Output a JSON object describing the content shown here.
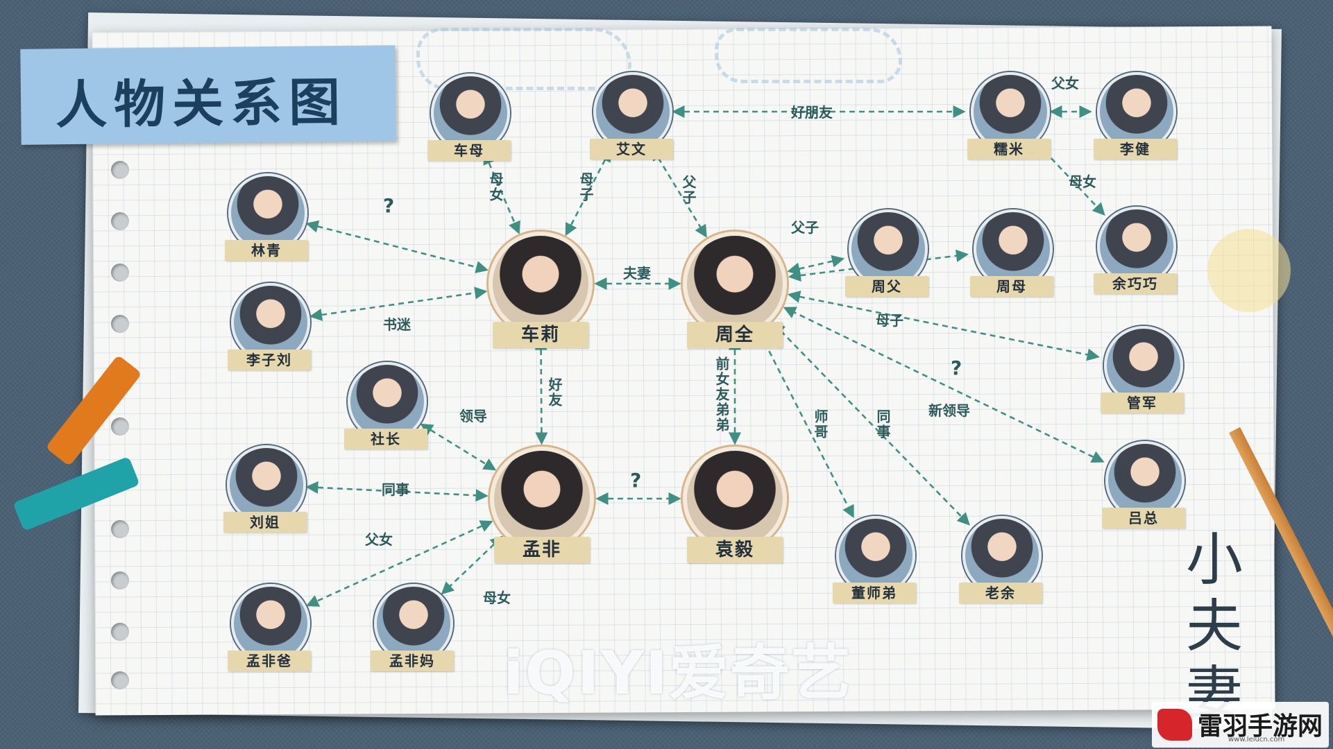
{
  "title": "人物关系图",
  "people": [
    {
      "id": "chemu",
      "name": "车母"
    },
    {
      "id": "aiwen",
      "name": "艾文"
    },
    {
      "id": "nuomi",
      "name": "糯米"
    },
    {
      "id": "lijian",
      "name": "李健"
    },
    {
      "id": "linqing",
      "name": "林青"
    },
    {
      "id": "cheli",
      "name": "车莉"
    },
    {
      "id": "zhouquan",
      "name": "周全"
    },
    {
      "id": "zhoufu",
      "name": "周父"
    },
    {
      "id": "zhoumu",
      "name": "周母"
    },
    {
      "id": "yuqiaoqiao",
      "name": "余巧巧"
    },
    {
      "id": "liziliu",
      "name": "李子刘"
    },
    {
      "id": "guanjun",
      "name": "管军"
    },
    {
      "id": "shezhang",
      "name": "社长"
    },
    {
      "id": "liujie",
      "name": "刘姐"
    },
    {
      "id": "mengfei",
      "name": "孟非"
    },
    {
      "id": "yuanyi",
      "name": "袁毅"
    },
    {
      "id": "lvzong",
      "name": "吕总"
    },
    {
      "id": "dongshidi",
      "name": "董师弟"
    },
    {
      "id": "laoyu",
      "name": "老余"
    },
    {
      "id": "mengfeiba",
      "name": "孟非爸"
    },
    {
      "id": "mengfeima",
      "name": "孟非妈"
    }
  ],
  "relations": [
    {
      "from": "aiwen",
      "to": "nuomi",
      "label": "好朋友"
    },
    {
      "from": "nuomi",
      "to": "lijian",
      "label": "父女"
    },
    {
      "from": "nuomi",
      "to": "yuqiaoqiao",
      "label": "母女"
    },
    {
      "from": "chemu",
      "to": "cheli",
      "label": "母女"
    },
    {
      "from": "aiwen",
      "to": "cheli",
      "label": "母子"
    },
    {
      "from": "aiwen",
      "to": "zhouquan",
      "label": "父子"
    },
    {
      "from": "linqing",
      "to": "cheli",
      "label": "?"
    },
    {
      "from": "cheli",
      "to": "zhouquan",
      "label": "夫妻"
    },
    {
      "from": "zhouquan",
      "to": "zhoufu",
      "label": "父子"
    },
    {
      "from": "zhouquan",
      "to": "zhoumu",
      "label": "母子"
    },
    {
      "from": "liziliu",
      "to": "cheli",
      "label": "书迷"
    },
    {
      "from": "zhouquan",
      "to": "guanjun",
      "label": "?"
    },
    {
      "from": "cheli",
      "to": "mengfei",
      "label": "好友"
    },
    {
      "from": "yuanyi",
      "to": "zhouquan",
      "label": "前女友弟弟"
    },
    {
      "from": "zhouquan",
      "to": "dongshidi",
      "label": "师哥"
    },
    {
      "from": "zhouquan",
      "to": "laoyu",
      "label": "同事"
    },
    {
      "from": "lvzong",
      "to": "zhouquan",
      "label": "新领导"
    },
    {
      "from": "shezhang",
      "to": "mengfei",
      "label": "领导"
    },
    {
      "from": "liujie",
      "to": "mengfei",
      "label": "同事"
    },
    {
      "from": "mengfei",
      "to": "yuanyi",
      "label": "?"
    },
    {
      "from": "mengfei",
      "to": "mengfeiba",
      "label": "父女"
    },
    {
      "from": "mengfei",
      "to": "mengfeima",
      "label": "母女"
    }
  ],
  "logo_text": "iQIYI爱奇艺",
  "show_title": "小夫妻",
  "watermark": {
    "name": "雷羽手游网",
    "url": "www.leiucn.com"
  },
  "colors": {
    "edge": "#3f8f83",
    "label": "#2c5a5a",
    "title_card": "#9fc6e6",
    "tag": "#e7d7ad"
  }
}
